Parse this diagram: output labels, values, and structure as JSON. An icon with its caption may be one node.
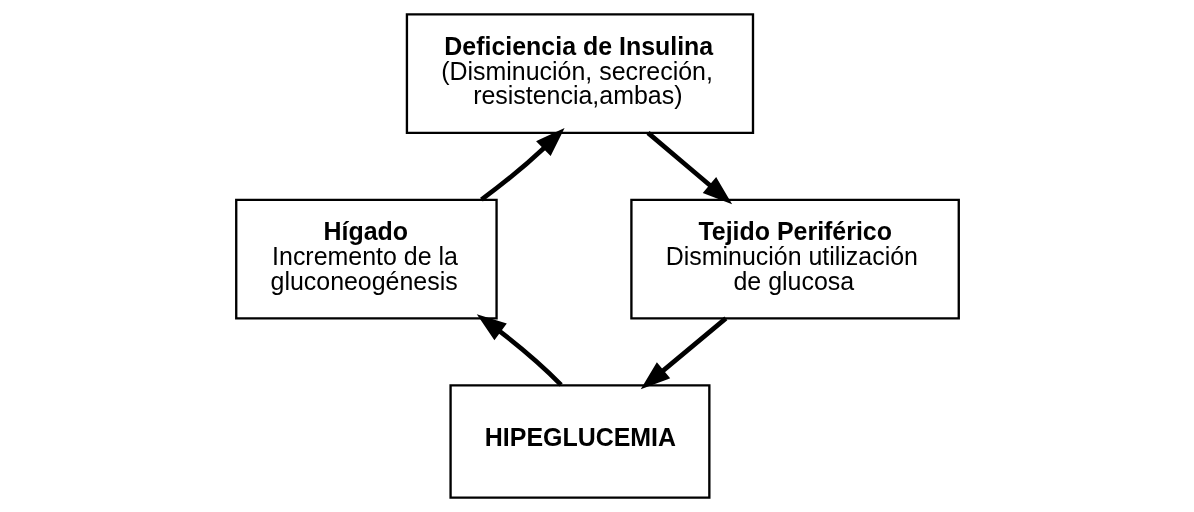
{
  "diagram": {
    "nodes": [
      {
        "text": [
          "Deficiencia de Insulina",
          "(Disminución, secreción, resistencia,ambas)"
        ]
      },
      {
        "text": [
          "Hígado",
          "Incremento de la gluconeogénesis"
        ]
      },
      {
        "text": [
          "Tejido Periférico",
          "Disminución utilización de glucosa"
        ]
      },
      {
        "text": [
          "HIPEGLUCEMIA"
        ]
      }
    ],
    "edges": [
      {
        "from": 0,
        "to": 2,
        "arrow": "to"
      },
      {
        "from": 2,
        "to": 3,
        "arrow": "to"
      },
      {
        "from": 3,
        "to": 1,
        "arrow": "to"
      },
      {
        "from": 1,
        "to": 0,
        "arrow": "to"
      }
    ]
  }
}
